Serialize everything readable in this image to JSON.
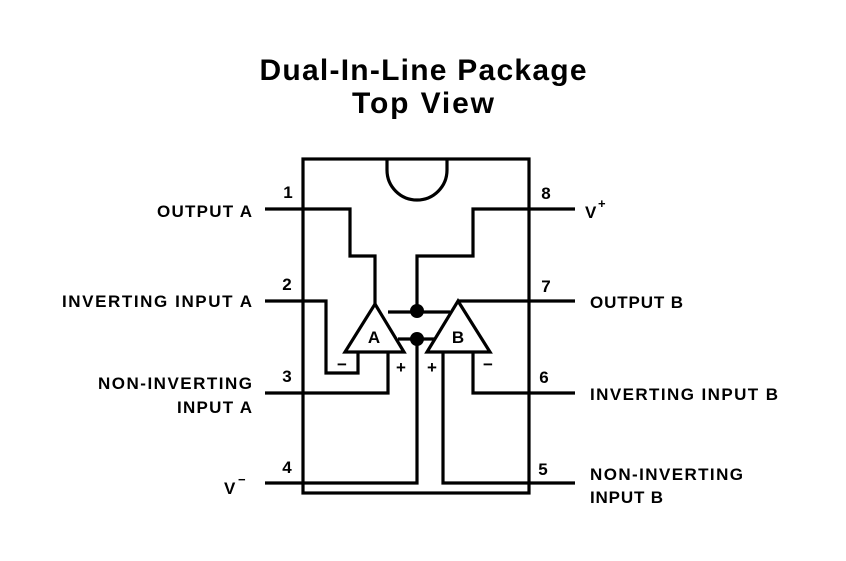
{
  "title": {
    "line1": "Dual-In-Line Package",
    "line2": "Top View"
  },
  "amplifiers": {
    "a": "A",
    "b": "B"
  },
  "signs": {
    "minus": "−",
    "plus": "+"
  },
  "pins": [
    {
      "number": "1",
      "label": "OUTPUT A"
    },
    {
      "number": "2",
      "label": "INVERTING INPUT A"
    },
    {
      "number": "3",
      "label_line1": "NON-INVERTING",
      "label_line2": "INPUT A"
    },
    {
      "number": "4",
      "label": "V",
      "superscript": "−"
    },
    {
      "number": "5",
      "label_line1": "NON-INVERTING",
      "label_line2": "INPUT B"
    },
    {
      "number": "6",
      "label": "INVERTING INPUT B"
    },
    {
      "number": "7",
      "label": "OUTPUT B"
    },
    {
      "number": "8",
      "label": "V",
      "superscript": "+"
    }
  ]
}
